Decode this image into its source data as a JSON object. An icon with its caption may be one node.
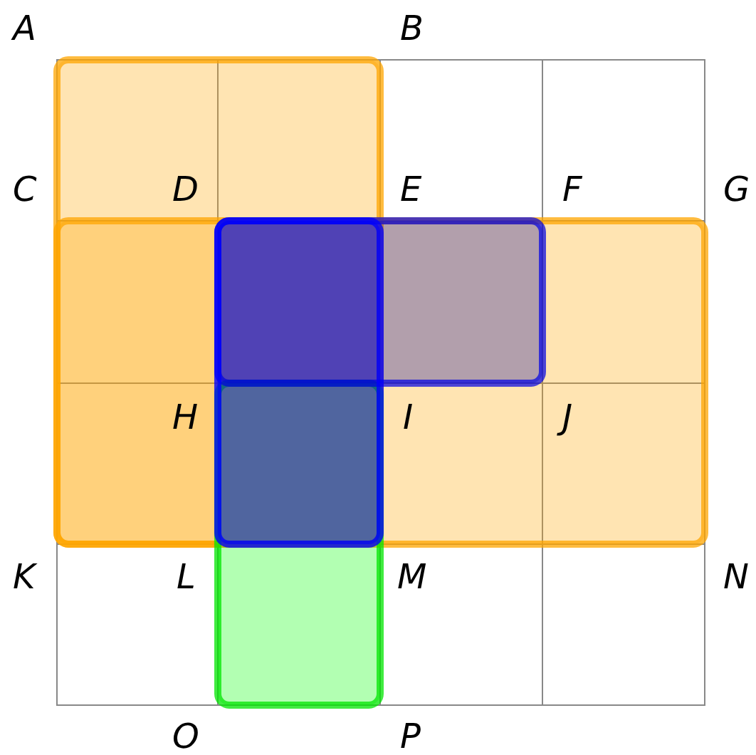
{
  "diagram": {
    "labels": [
      "A",
      "B",
      "C",
      "D",
      "E",
      "F",
      "G",
      "H",
      "I",
      "J",
      "K",
      "L",
      "M",
      "N",
      "O",
      "P"
    ]
  }
}
